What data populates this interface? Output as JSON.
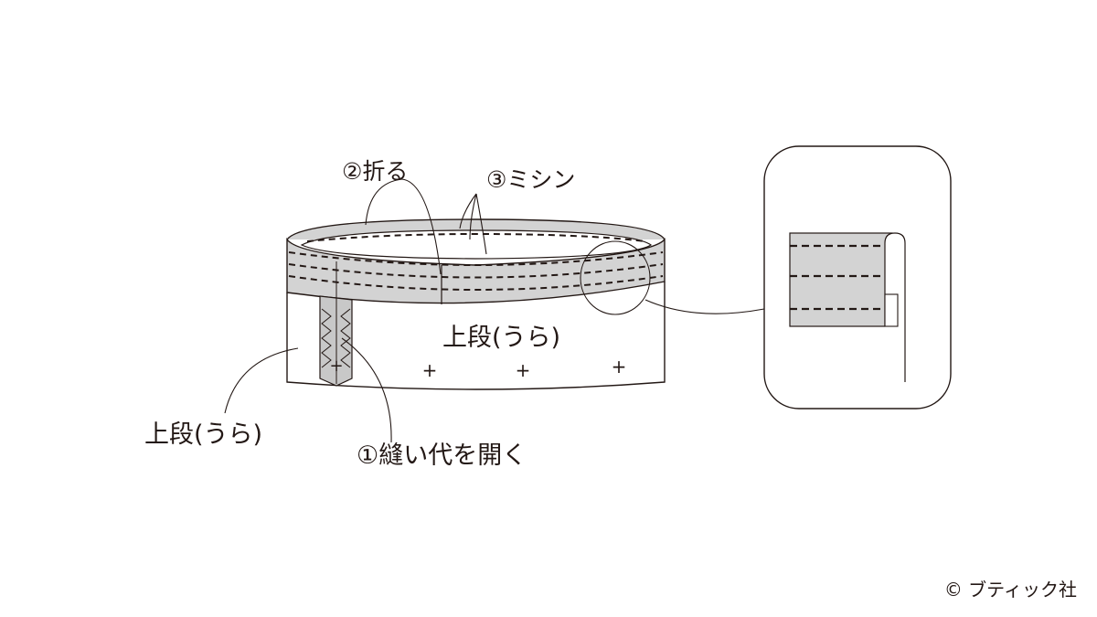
{
  "labels": {
    "step1": "①縫い代を開く",
    "step2": "②折る",
    "step3": "③ミシン",
    "upper_inner_on_body": "上段(うら)",
    "upper_inner_callout": "上段(うら)"
  },
  "copyright": "© ブティック社",
  "colors": {
    "line": "#231815",
    "fold_fill": "#d3d3d3",
    "seam_fill": "#c8c8c8",
    "background": "#ffffff"
  }
}
